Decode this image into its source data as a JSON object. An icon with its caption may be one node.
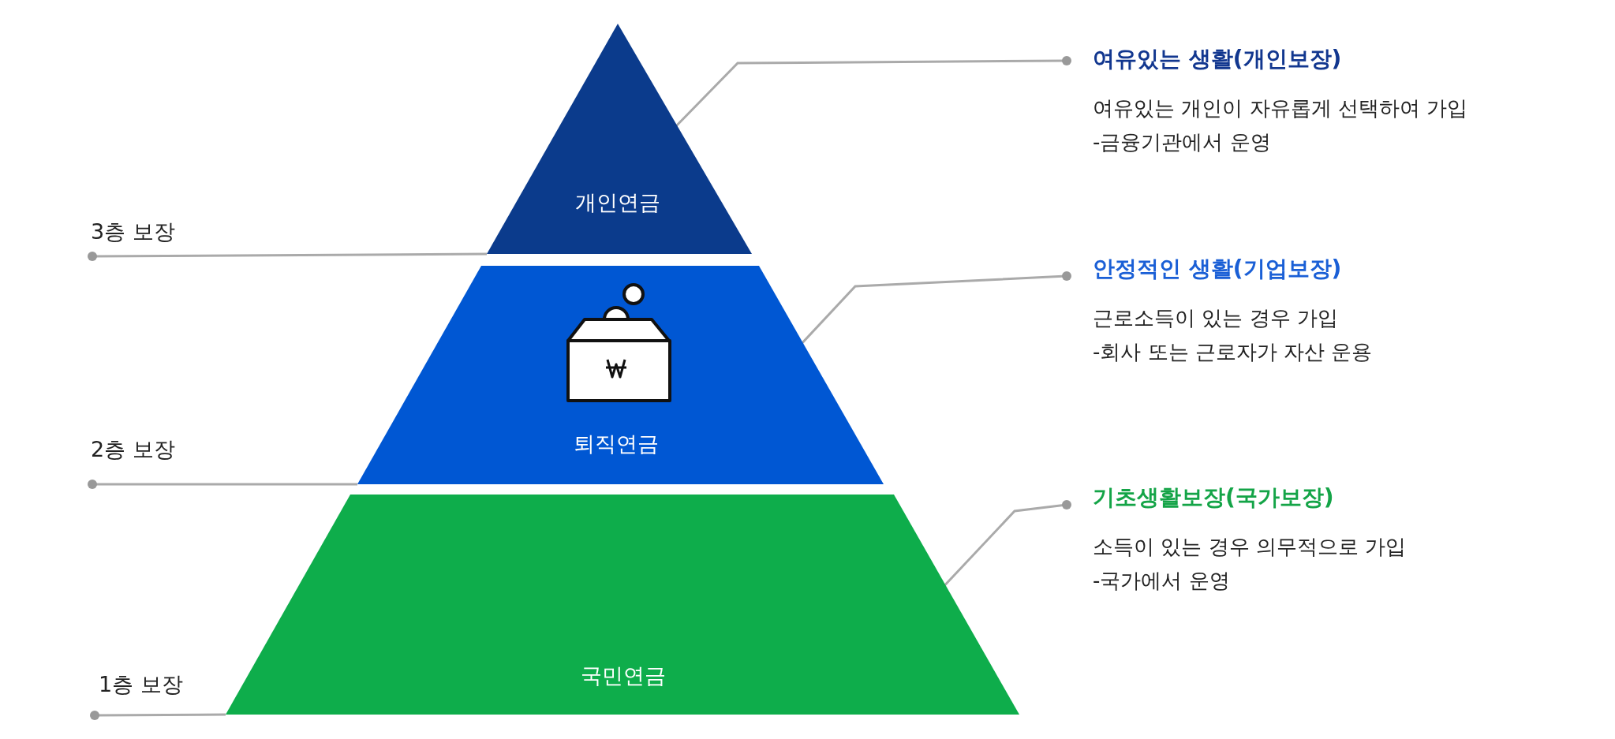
{
  "diagram": {
    "nodes": [
      {
        "text": [
          "개인연금"
        ]
      },
      {
        "text": [
          "퇴직연금"
        ]
      },
      {
        "text": [
          "국민연금"
        ]
      },
      {
        "text": [
          "3층 보장"
        ]
      },
      {
        "text": [
          "2층 보장"
        ]
      },
      {
        "text": [
          "1층 보장"
        ]
      },
      {
        "text": [
          "여유있는 생활(개인보장)",
          "여유있는 개인이 자유롭게 선택하여 가입",
          "-금융기관에서 운영"
        ]
      },
      {
        "text": [
          "안정적인 생활(기업보장)",
          "근로소득이 있는 경우 가입",
          "-회사 또는 근로자가 자산 운용"
        ]
      },
      {
        "text": [
          "기초생활보장(국가보장)",
          "소득이 있는 경우 의무적으로 가입",
          "-국가에서 운영"
        ]
      }
    ],
    "edges": [
      {
        "from": 3,
        "to": 0,
        "arrow": "other"
      },
      {
        "from": 4,
        "to": 1,
        "arrow": "other"
      },
      {
        "from": 5,
        "to": 2,
        "arrow": "other"
      },
      {
        "from": 6,
        "to": 0,
        "arrow": "other"
      },
      {
        "from": 7,
        "to": 1,
        "arrow": "other"
      },
      {
        "from": 8,
        "to": 2,
        "arrow": "other"
      }
    ]
  }
}
